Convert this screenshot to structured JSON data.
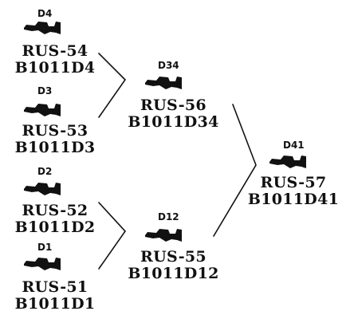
{
  "nodes": {
    "d4": {
      "tag": "D4",
      "model": "RUS-54",
      "code": "B1011D4"
    },
    "d3": {
      "tag": "D3",
      "model": "RUS-53",
      "code": "B1011D3"
    },
    "d2": {
      "tag": "D2",
      "model": "RUS-52",
      "code": "B1011D2"
    },
    "d1": {
      "tag": "D1",
      "model": "RUS-51",
      "code": "B1011D1"
    },
    "d34": {
      "tag": "D34",
      "model": "RUS-56",
      "code": "B1011D34"
    },
    "d12": {
      "tag": "D12",
      "model": "RUS-55",
      "code": "B1011D12"
    },
    "d41": {
      "tag": "D41",
      "model": "RUS-57",
      "code": "B1011D41"
    }
  },
  "colors": {
    "ink": "#111111",
    "background": "#ffffff"
  },
  "icon": "key-profile-icon"
}
